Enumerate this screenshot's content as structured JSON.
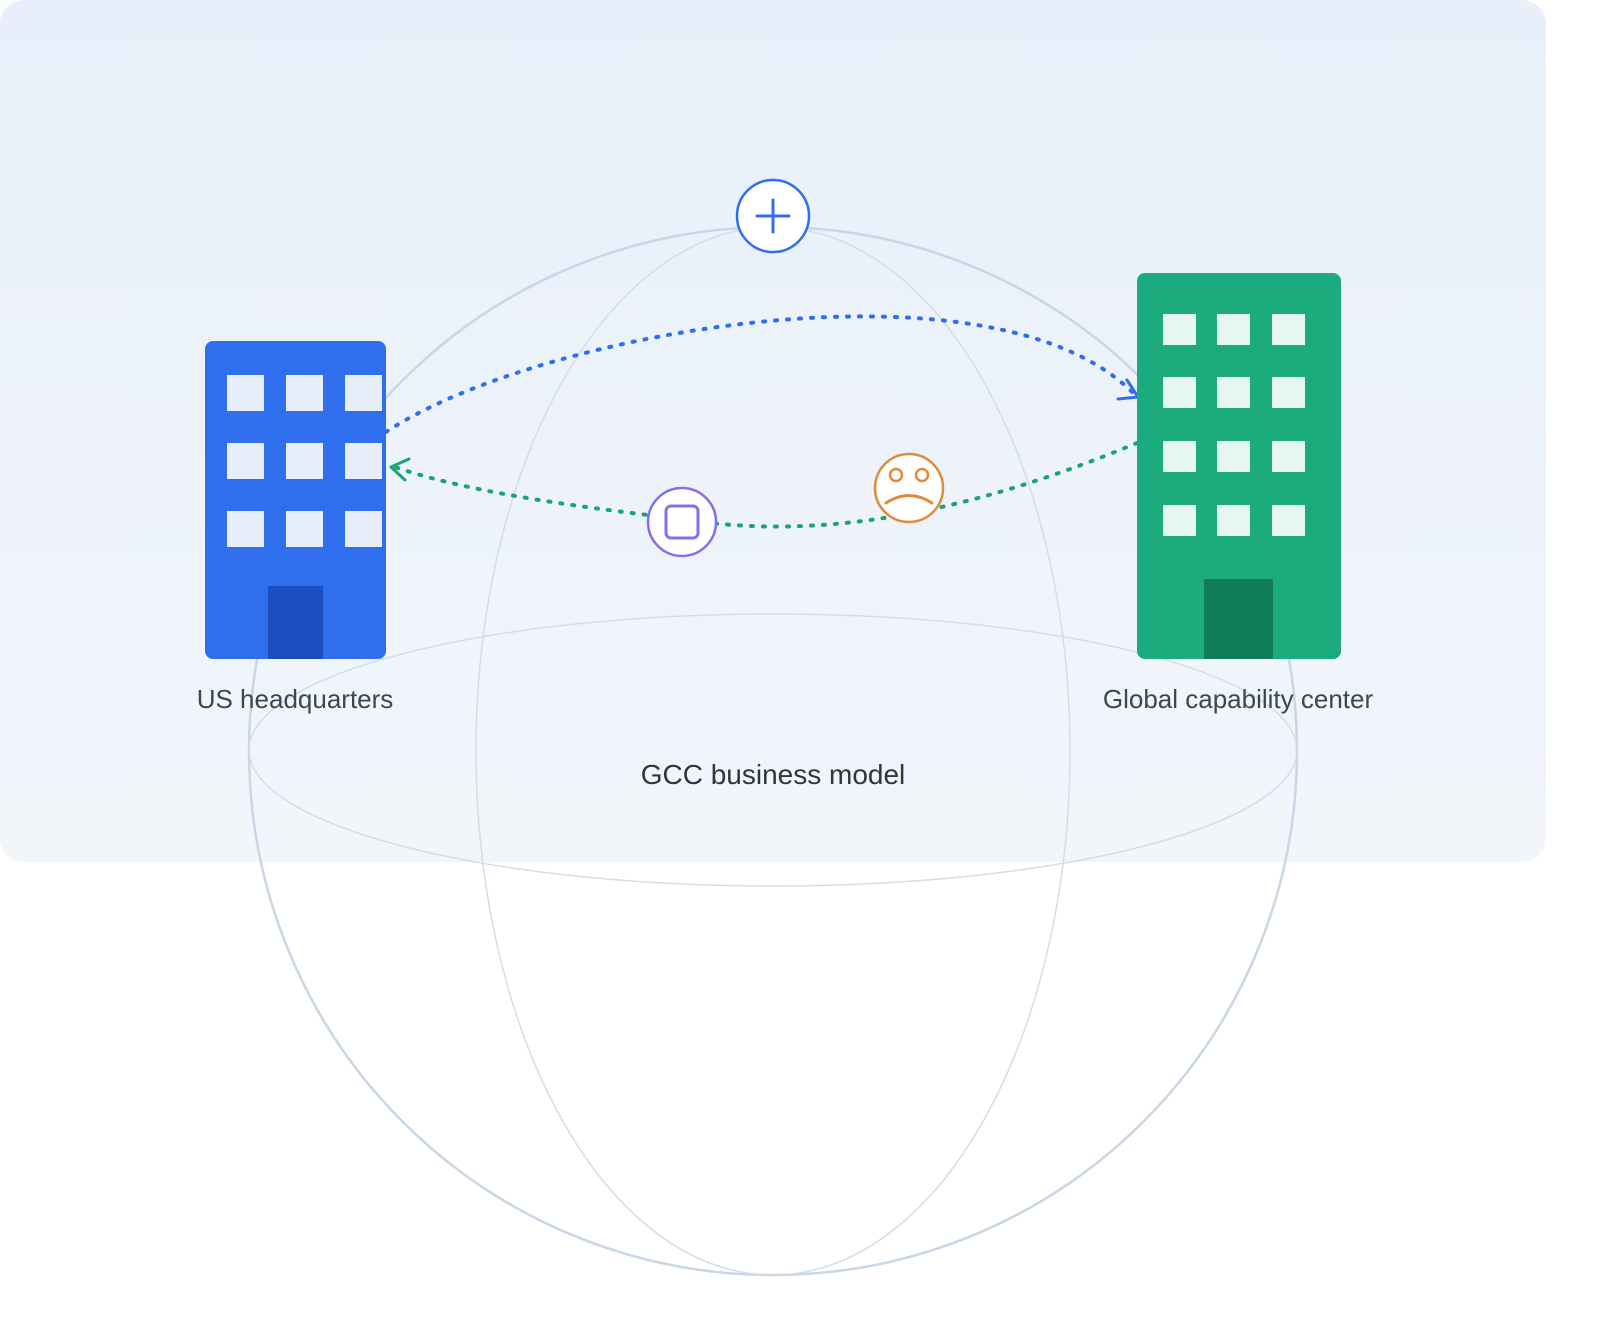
{
  "diagram": {
    "title": "GCC business model",
    "nodes": {
      "hq": {
        "label": "US headquarters",
        "color": "#2f6fed",
        "door_color": "#1d4ebf",
        "window_color": "#e8effa"
      },
      "gcc": {
        "label": "Global capability center",
        "color": "#1bab7c",
        "door_color": "#0e7d58",
        "window_color": "#e6f7ef"
      }
    },
    "icons": {
      "plus": {
        "name": "plus-icon",
        "color": "#2f6fed"
      },
      "square": {
        "name": "square-icon",
        "color": "#8a6ee8"
      },
      "sad_face": {
        "name": "sad-face-icon",
        "color": "#e08a3c"
      }
    },
    "flows": [
      {
        "from": "hq",
        "to": "gcc",
        "color": "#2f6fed"
      },
      {
        "from": "gcc",
        "to": "hq",
        "color": "#1aa37a"
      }
    ],
    "globe_color": "#c9d6e6"
  }
}
